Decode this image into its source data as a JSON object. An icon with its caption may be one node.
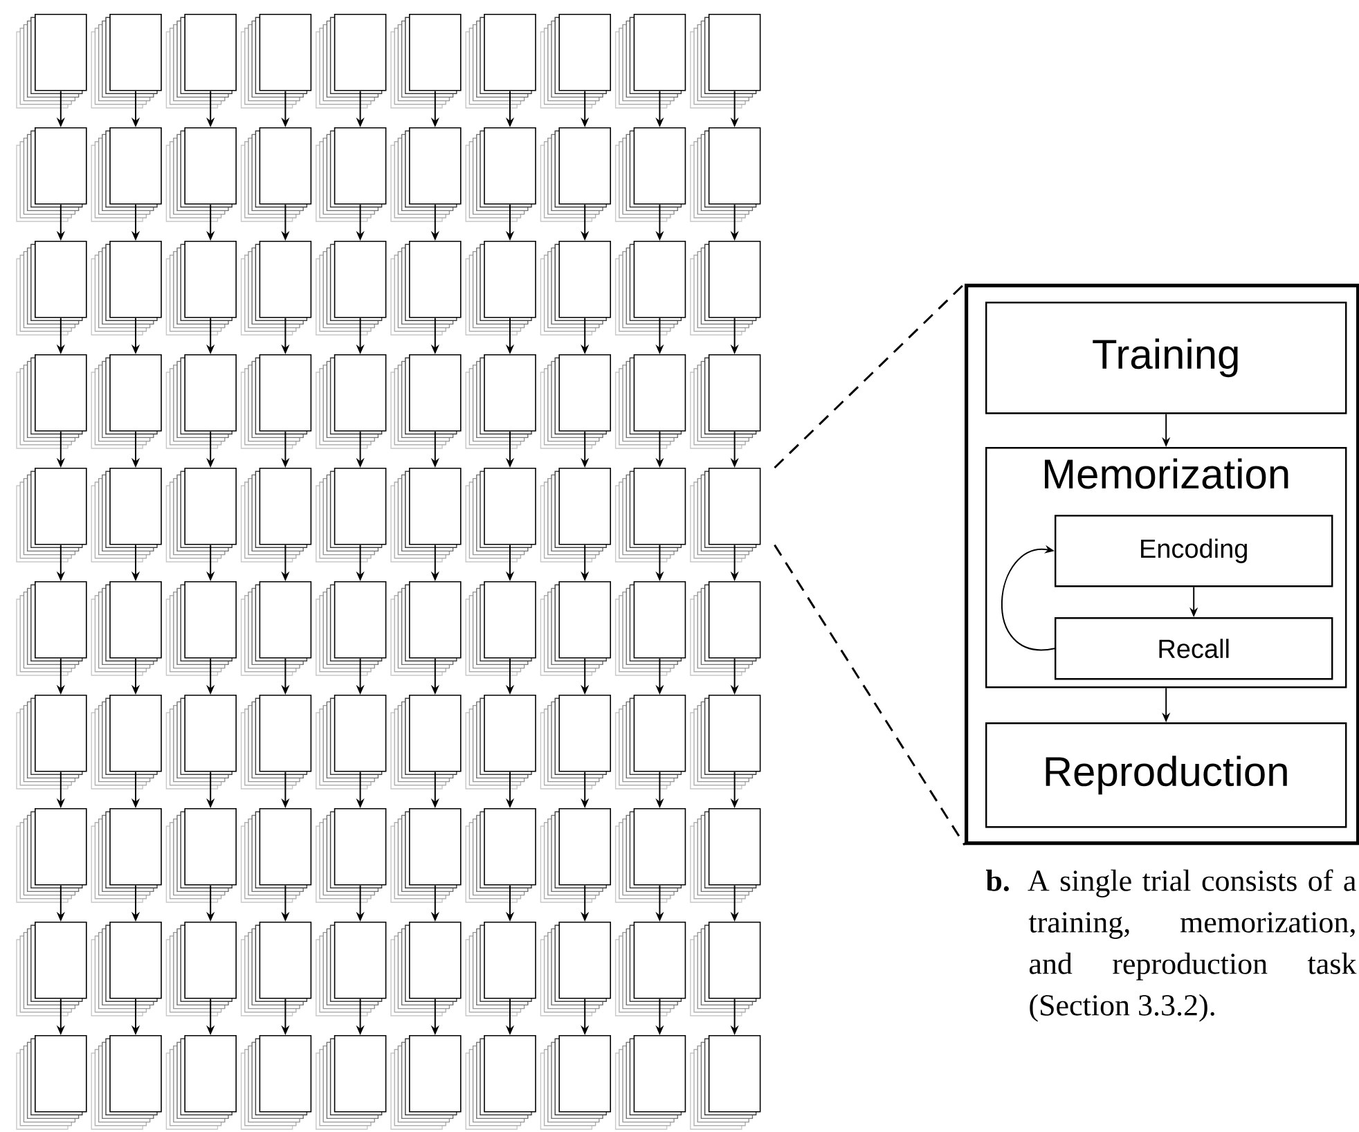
{
  "diagram": {
    "caption": "**b.** A single trial consists of a training, memorization, and reproduction task (Section 3.3.2).",
    "nodes": [
      {
        "text": [],
        "shape": "box"
      },
      {
        "text": [],
        "shape": "box"
      },
      {
        "text": [],
        "shape": "box"
      },
      {
        "text": [],
        "shape": "box"
      },
      {
        "text": [],
        "shape": "box"
      },
      {
        "text": [],
        "shape": "box"
      },
      {
        "text": [],
        "shape": "box"
      },
      {
        "text": [],
        "shape": "box"
      },
      {
        "text": [],
        "shape": "box"
      },
      {
        "text": [],
        "shape": "box"
      },
      {
        "text": [],
        "shape": "box"
      },
      {
        "text": [],
        "shape": "box"
      },
      {
        "text": [],
        "shape": "box"
      },
      {
        "text": [],
        "shape": "box"
      },
      {
        "text": [],
        "shape": "box"
      },
      {
        "text": [],
        "shape": "box"
      },
      {
        "text": [],
        "shape": "box"
      },
      {
        "text": [],
        "shape": "box"
      },
      {
        "text": [],
        "shape": "box"
      },
      {
        "text": [],
        "shape": "box"
      },
      {
        "text": [],
        "shape": "box"
      },
      {
        "text": [],
        "shape": "box"
      },
      {
        "text": [],
        "shape": "box"
      },
      {
        "text": [],
        "shape": "box"
      },
      {
        "text": [],
        "shape": "box"
      },
      {
        "text": [],
        "shape": "box"
      },
      {
        "text": [],
        "shape": "box"
      },
      {
        "text": [],
        "shape": "box"
      },
      {
        "text": [],
        "shape": "box"
      },
      {
        "text": [],
        "shape": "box"
      },
      {
        "text": [],
        "shape": "box"
      },
      {
        "text": [],
        "shape": "box"
      },
      {
        "text": [],
        "shape": "box"
      },
      {
        "text": [],
        "shape": "box"
      },
      {
        "text": [],
        "shape": "box"
      },
      {
        "text": [],
        "shape": "box"
      },
      {
        "text": [],
        "shape": "box"
      },
      {
        "text": [],
        "shape": "box"
      },
      {
        "text": [],
        "shape": "box"
      },
      {
        "text": [],
        "shape": "box"
      },
      {
        "text": [],
        "shape": "box"
      },
      {
        "text": [],
        "shape": "box"
      },
      {
        "text": [],
        "shape": "box"
      },
      {
        "text": [],
        "shape": "box"
      },
      {
        "text": [],
        "shape": "box"
      },
      {
        "text": [],
        "shape": "box"
      },
      {
        "text": [],
        "shape": "box"
      },
      {
        "text": [],
        "shape": "box"
      },
      {
        "text": [],
        "shape": "box"
      },
      {
        "text": [],
        "shape": "box"
      },
      {
        "text": [],
        "shape": "box"
      },
      {
        "text": [],
        "shape": "box"
      },
      {
        "text": [],
        "shape": "box"
      },
      {
        "text": [],
        "shape": "box"
      },
      {
        "text": [],
        "shape": "box"
      },
      {
        "text": [],
        "shape": "box"
      },
      {
        "text": [],
        "shape": "box"
      },
      {
        "text": [],
        "shape": "box"
      },
      {
        "text": [],
        "shape": "box"
      },
      {
        "text": [],
        "shape": "box"
      },
      {
        "text": [],
        "shape": "box"
      },
      {
        "text": [],
        "shape": "box"
      },
      {
        "text": [],
        "shape": "box"
      },
      {
        "text": [],
        "shape": "box"
      },
      {
        "text": [],
        "shape": "box"
      },
      {
        "text": [],
        "shape": "box"
      },
      {
        "text": [],
        "shape": "box"
      },
      {
        "text": [],
        "shape": "box"
      },
      {
        "text": [],
        "shape": "box"
      },
      {
        "text": [],
        "shape": "box"
      },
      {
        "text": [],
        "shape": "box"
      },
      {
        "text": [],
        "shape": "box"
      },
      {
        "text": [],
        "shape": "box"
      },
      {
        "text": [],
        "shape": "box"
      },
      {
        "text": [],
        "shape": "box"
      },
      {
        "text": [],
        "shape": "box"
      },
      {
        "text": [],
        "shape": "box"
      },
      {
        "text": [],
        "shape": "box"
      },
      {
        "text": [],
        "shape": "box"
      },
      {
        "text": [],
        "shape": "box"
      },
      {
        "text": [],
        "shape": "box"
      },
      {
        "text": [],
        "shape": "box"
      },
      {
        "text": [],
        "shape": "box"
      },
      {
        "text": [],
        "shape": "box"
      },
      {
        "text": [],
        "shape": "box"
      },
      {
        "text": [],
        "shape": "box"
      },
      {
        "text": [],
        "shape": "box"
      },
      {
        "text": [],
        "shape": "box"
      },
      {
        "text": [],
        "shape": "box"
      },
      {
        "text": [],
        "shape": "box"
      },
      {
        "text": [],
        "shape": "box"
      },
      {
        "text": [],
        "shape": "box"
      },
      {
        "text": [],
        "shape": "box"
      },
      {
        "text": [],
        "shape": "box"
      },
      {
        "text": [],
        "shape": "box"
      },
      {
        "text": [],
        "shape": "box"
      },
      {
        "text": [],
        "shape": "box"
      },
      {
        "text": [],
        "shape": "box"
      },
      {
        "text": [],
        "shape": "box"
      },
      {
        "text": [],
        "shape": "box"
      },
      {
        "text": [],
        "shape": "box"
      },
      {
        "text": [
          "Training"
        ],
        "in": 100
      },
      {
        "text": [
          "Memorization"
        ],
        "in": 100
      },
      {
        "text": [
          "Encoding"
        ],
        "in": 102
      },
      {
        "text": [
          "Recall"
        ],
        "in": 102
      },
      {
        "text": [
          "Reproduction"
        ],
        "in": 100
      }
    ],
    "edges": [
      {
        "from": 0,
        "to": 10,
        "arrow": "to"
      },
      {
        "from": 1,
        "to": 11,
        "arrow": "to"
      },
      {
        "from": 2,
        "to": 12,
        "arrow": "to"
      },
      {
        "from": 3,
        "to": 13,
        "arrow": "to"
      },
      {
        "from": 4,
        "to": 14,
        "arrow": "to"
      },
      {
        "from": 5,
        "to": 15,
        "arrow": "to"
      },
      {
        "from": 6,
        "to": 16,
        "arrow": "to"
      },
      {
        "from": 7,
        "to": 17,
        "arrow": "to"
      },
      {
        "from": 8,
        "to": 18,
        "arrow": "to"
      },
      {
        "from": 9,
        "to": 19,
        "arrow": "to"
      },
      {
        "from": 10,
        "to": 20,
        "arrow": "to"
      },
      {
        "from": 11,
        "to": 21,
        "arrow": "to"
      },
      {
        "from": 12,
        "to": 22,
        "arrow": "to"
      },
      {
        "from": 13,
        "to": 23,
        "arrow": "to"
      },
      {
        "from": 14,
        "to": 24,
        "arrow": "to"
      },
      {
        "from": 15,
        "to": 25,
        "arrow": "to"
      },
      {
        "from": 16,
        "to": 26,
        "arrow": "to"
      },
      {
        "from": 17,
        "to": 27,
        "arrow": "to"
      },
      {
        "from": 18,
        "to": 28,
        "arrow": "to"
      },
      {
        "from": 19,
        "to": 29,
        "arrow": "to"
      },
      {
        "from": 20,
        "to": 30,
        "arrow": "to"
      },
      {
        "from": 21,
        "to": 31,
        "arrow": "to"
      },
      {
        "from": 22,
        "to": 32,
        "arrow": "to"
      },
      {
        "from": 23,
        "to": 33,
        "arrow": "to"
      },
      {
        "from": 24,
        "to": 34,
        "arrow": "to"
      },
      {
        "from": 25,
        "to": 35,
        "arrow": "to"
      },
      {
        "from": 26,
        "to": 36,
        "arrow": "to"
      },
      {
        "from": 27,
        "to": 37,
        "arrow": "to"
      },
      {
        "from": 28,
        "to": 38,
        "arrow": "to"
      },
      {
        "from": 29,
        "to": 39,
        "arrow": "to"
      },
      {
        "from": 30,
        "to": 40,
        "arrow": "to"
      },
      {
        "from": 31,
        "to": 41,
        "arrow": "to"
      },
      {
        "from": 32,
        "to": 42,
        "arrow": "to"
      },
      {
        "from": 33,
        "to": 43,
        "arrow": "to"
      },
      {
        "from": 34,
        "to": 44,
        "arrow": "to"
      },
      {
        "from": 35,
        "to": 45,
        "arrow": "to"
      },
      {
        "from": 36,
        "to": 46,
        "arrow": "to"
      },
      {
        "from": 37,
        "to": 47,
        "arrow": "to"
      },
      {
        "from": 38,
        "to": 48,
        "arrow": "to"
      },
      {
        "from": 39,
        "to": 49,
        "arrow": "to"
      },
      {
        "from": 40,
        "to": 50,
        "arrow": "to"
      },
      {
        "from": 41,
        "to": 51,
        "arrow": "to"
      },
      {
        "from": 42,
        "to": 52,
        "arrow": "to"
      },
      {
        "from": 43,
        "to": 53,
        "arrow": "to"
      },
      {
        "from": 44,
        "to": 54,
        "arrow": "to"
      },
      {
        "from": 45,
        "to": 55,
        "arrow": "to"
      },
      {
        "from": 46,
        "to": 56,
        "arrow": "to"
      },
      {
        "from": 47,
        "to": 57,
        "arrow": "to"
      },
      {
        "from": 48,
        "to": 58,
        "arrow": "to"
      },
      {
        "from": 49,
        "to": 59,
        "arrow": "to"
      },
      {
        "from": 50,
        "to": 60,
        "arrow": "to"
      },
      {
        "from": 51,
        "to": 61,
        "arrow": "to"
      },
      {
        "from": 52,
        "to": 62,
        "arrow": "to"
      },
      {
        "from": 53,
        "to": 63,
        "arrow": "to"
      },
      {
        "from": 54,
        "to": 64,
        "arrow": "to"
      },
      {
        "from": 55,
        "to": 65,
        "arrow": "to"
      },
      {
        "from": 56,
        "to": 66,
        "arrow": "to"
      },
      {
        "from": 57,
        "to": 67,
        "arrow": "to"
      },
      {
        "from": 58,
        "to": 68,
        "arrow": "to"
      },
      {
        "from": 59,
        "to": 69,
        "arrow": "to"
      },
      {
        "from": 60,
        "to": 70,
        "arrow": "to"
      },
      {
        "from": 61,
        "to": 71,
        "arrow": "to"
      },
      {
        "from": 62,
        "to": 72,
        "arrow": "to"
      },
      {
        "from": 63,
        "to": 73,
        "arrow": "to"
      },
      {
        "from": 64,
        "to": 74,
        "arrow": "to"
      },
      {
        "from": 65,
        "to": 75,
        "arrow": "to"
      },
      {
        "from": 66,
        "to": 76,
        "arrow": "to"
      },
      {
        "from": 67,
        "to": 77,
        "arrow": "to"
      },
      {
        "from": 68,
        "to": 78,
        "arrow": "to"
      },
      {
        "from": 69,
        "to": 79,
        "arrow": "to"
      },
      {
        "from": 70,
        "to": 80,
        "arrow": "to"
      },
      {
        "from": 71,
        "to": 81,
        "arrow": "to"
      },
      {
        "from": 72,
        "to": 82,
        "arrow": "to"
      },
      {
        "from": 73,
        "to": 83,
        "arrow": "to"
      },
      {
        "from": 74,
        "to": 84,
        "arrow": "to"
      },
      {
        "from": 75,
        "to": 85,
        "arrow": "to"
      },
      {
        "from": 76,
        "to": 86,
        "arrow": "to"
      },
      {
        "from": 77,
        "to": 87,
        "arrow": "to"
      },
      {
        "from": 78,
        "to": 88,
        "arrow": "to"
      },
      {
        "from": 79,
        "to": 89,
        "arrow": "to"
      },
      {
        "from": 80,
        "to": 90,
        "arrow": "to"
      },
      {
        "from": 81,
        "to": 91,
        "arrow": "to"
      },
      {
        "from": 82,
        "to": 92,
        "arrow": "to"
      },
      {
        "from": 83,
        "to": 93,
        "arrow": "to"
      },
      {
        "from": 84,
        "to": 94,
        "arrow": "to"
      },
      {
        "from": 85,
        "to": 95,
        "arrow": "to"
      },
      {
        "from": 86,
        "to": 96,
        "arrow": "to"
      },
      {
        "from": 87,
        "to": 97,
        "arrow": "to"
      },
      {
        "from": 88,
        "to": 98,
        "arrow": "to"
      },
      {
        "from": 89,
        "to": 99,
        "arrow": "to"
      },
      {
        "from": 49,
        "to": 100,
        "arrow": "none",
        "style": "dashed"
      },
      {
        "from": 49,
        "to": 100,
        "arrow": "none",
        "style": "dashed"
      },
      {
        "from": 101,
        "to": 102,
        "arrow": "to"
      },
      {
        "from": 103,
        "to": 104,
        "arrow": "to"
      },
      {
        "from": 104,
        "to": 103,
        "arrow": "to"
      },
      {
        "from": 102,
        "to": 105,
        "arrow": "to"
      }
    ]
  }
}
